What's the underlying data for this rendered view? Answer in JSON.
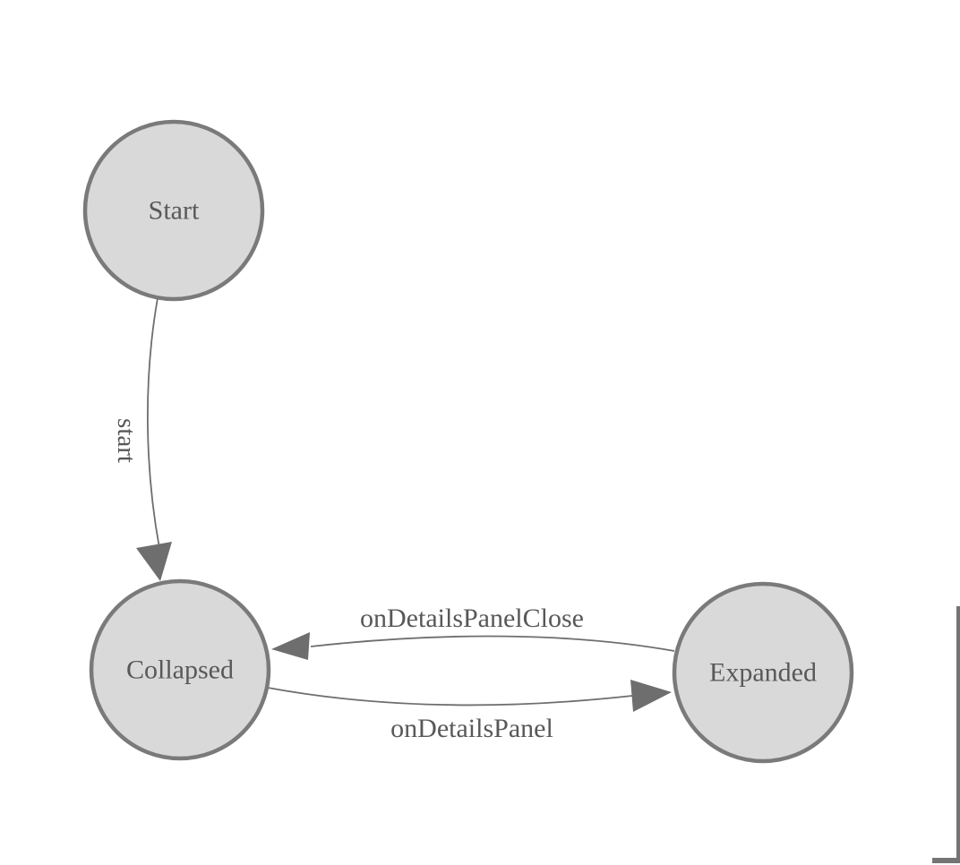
{
  "diagram": {
    "title": "state-machine-diagram",
    "nodes": [
      {
        "id": "start",
        "label": "Start"
      },
      {
        "id": "collapsed",
        "label": "Collapsed"
      },
      {
        "id": "expanded",
        "label": "Expanded"
      }
    ],
    "edges": [
      {
        "id": "start-to-collapsed",
        "from": "Start",
        "to": "Collapsed",
        "label": "start"
      },
      {
        "id": "expanded-to-collapsed",
        "from": "Expanded",
        "to": "Collapsed",
        "label": "onDetailsPanelClose"
      },
      {
        "id": "collapsed-to-expanded",
        "from": "Collapsed",
        "to": "Expanded",
        "label": "onDetailsPanel"
      }
    ]
  },
  "theme": {
    "background": "#ffffff",
    "node_fill": "#d9d9d9",
    "node_stroke": "#7a7a7a",
    "edge_stroke": "#6e6e6e",
    "arrow_fill": "#6e6e6e",
    "label_color": "#58585a",
    "scrollbar_color": "#747474"
  }
}
